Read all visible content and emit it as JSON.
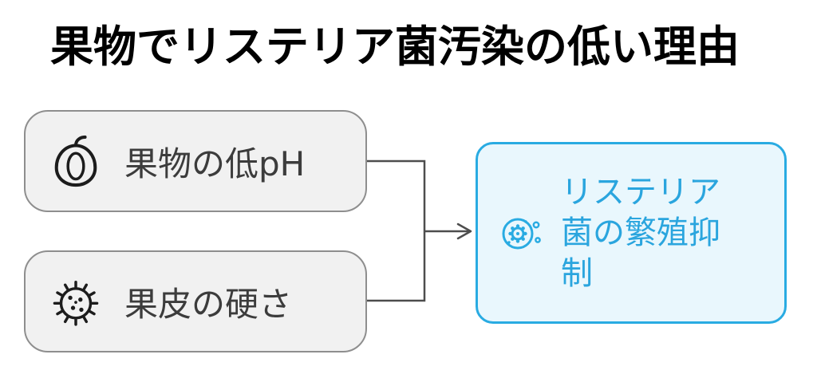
{
  "title": "果物でリステリア菌汚染の低い理由",
  "diagram": {
    "causes": [
      {
        "label": "果物の低pH",
        "icon": "plum-icon"
      },
      {
        "label": "果皮の硬さ",
        "icon": "germ-icon"
      }
    ],
    "result": {
      "label": "リステリア菌の繁殖抑制",
      "lines": [
        "リステリア",
        "菌の繁殖抑",
        "制"
      ],
      "icon": "bacteria-icon"
    }
  },
  "colors": {
    "accent_blue": "#29abe2",
    "result_bg": "#e9f7fd",
    "cause_bg": "#f1f1f1",
    "cause_border": "#8e8e8e",
    "connector": "#4d4d4d",
    "title_color": "#000000",
    "cause_text": "#3c3c3c"
  }
}
